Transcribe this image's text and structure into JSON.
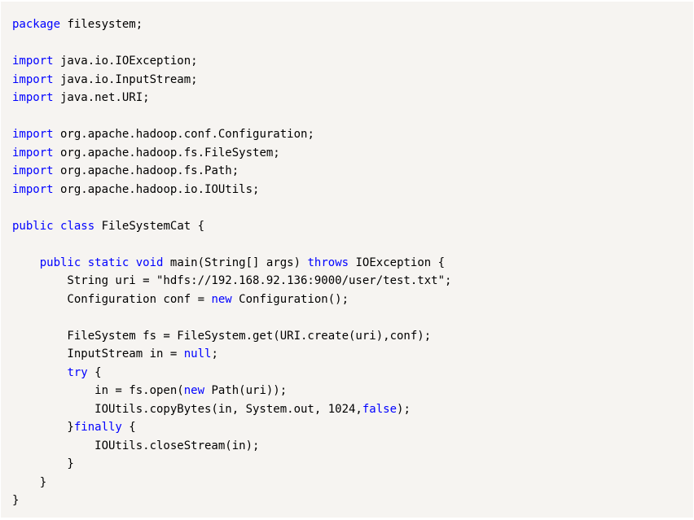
{
  "code": {
    "language": "java",
    "lines": [
      [
        {
          "k": "kw",
          "t": "package"
        },
        {
          "k": "pl",
          "t": " filesystem;"
        }
      ],
      [],
      [
        {
          "k": "kw",
          "t": "import"
        },
        {
          "k": "pl",
          "t": " java.io.IOException;"
        }
      ],
      [
        {
          "k": "kw",
          "t": "import"
        },
        {
          "k": "pl",
          "t": " java.io.InputStream;"
        }
      ],
      [
        {
          "k": "kw",
          "t": "import"
        },
        {
          "k": "pl",
          "t": " java.net.URI;"
        }
      ],
      [],
      [
        {
          "k": "kw",
          "t": "import"
        },
        {
          "k": "pl",
          "t": " org.apache.hadoop.conf.Configuration;"
        }
      ],
      [
        {
          "k": "kw",
          "t": "import"
        },
        {
          "k": "pl",
          "t": " org.apache.hadoop.fs.FileSystem;"
        }
      ],
      [
        {
          "k": "kw",
          "t": "import"
        },
        {
          "k": "pl",
          "t": " org.apache.hadoop.fs.Path;"
        }
      ],
      [
        {
          "k": "kw",
          "t": "import"
        },
        {
          "k": "pl",
          "t": " org.apache.hadoop.io.IOUtils;"
        }
      ],
      [],
      [
        {
          "k": "kw",
          "t": "public"
        },
        {
          "k": "pl",
          "t": " "
        },
        {
          "k": "kw",
          "t": "class"
        },
        {
          "k": "pl",
          "t": " FileSystemCat {"
        }
      ],
      [],
      [
        {
          "k": "pl",
          "t": "    "
        },
        {
          "k": "kw",
          "t": "public"
        },
        {
          "k": "pl",
          "t": " "
        },
        {
          "k": "kw",
          "t": "static"
        },
        {
          "k": "pl",
          "t": " "
        },
        {
          "k": "kw",
          "t": "void"
        },
        {
          "k": "pl",
          "t": " main(String[] args) "
        },
        {
          "k": "kw",
          "t": "throws"
        },
        {
          "k": "pl",
          "t": " IOException {"
        }
      ],
      [
        {
          "k": "pl",
          "t": "        String uri = \"hdfs://192.168.92.136:9000/user/test.txt\";"
        }
      ],
      [
        {
          "k": "pl",
          "t": "        Configuration conf = "
        },
        {
          "k": "kw",
          "t": "new"
        },
        {
          "k": "pl",
          "t": " Configuration();"
        }
      ],
      [],
      [
        {
          "k": "pl",
          "t": "        FileSystem fs = FileSystem.get(URI.create(uri),conf);"
        }
      ],
      [
        {
          "k": "pl",
          "t": "        InputStream in = "
        },
        {
          "k": "kw",
          "t": "null"
        },
        {
          "k": "pl",
          "t": ";"
        }
      ],
      [
        {
          "k": "pl",
          "t": "        "
        },
        {
          "k": "kw",
          "t": "try"
        },
        {
          "k": "pl",
          "t": " {"
        }
      ],
      [
        {
          "k": "pl",
          "t": "            in = fs.open("
        },
        {
          "k": "kw",
          "t": "new"
        },
        {
          "k": "pl",
          "t": " Path(uri));"
        }
      ],
      [
        {
          "k": "pl",
          "t": "            IOUtils.copyBytes(in, System.out, 1024,"
        },
        {
          "k": "kw",
          "t": "false"
        },
        {
          "k": "pl",
          "t": ");"
        }
      ],
      [
        {
          "k": "pl",
          "t": "        }"
        },
        {
          "k": "kw",
          "t": "finally"
        },
        {
          "k": "pl",
          "t": " {"
        }
      ],
      [
        {
          "k": "pl",
          "t": "            IOUtils.closeStream(in);"
        }
      ],
      [
        {
          "k": "pl",
          "t": "        }"
        }
      ],
      [
        {
          "k": "pl",
          "t": "    }"
        }
      ],
      [
        {
          "k": "pl",
          "t": "}"
        }
      ]
    ]
  },
  "colors": {
    "background": "#f6f4f1",
    "keyword": "#0000ff",
    "text": "#000000"
  }
}
